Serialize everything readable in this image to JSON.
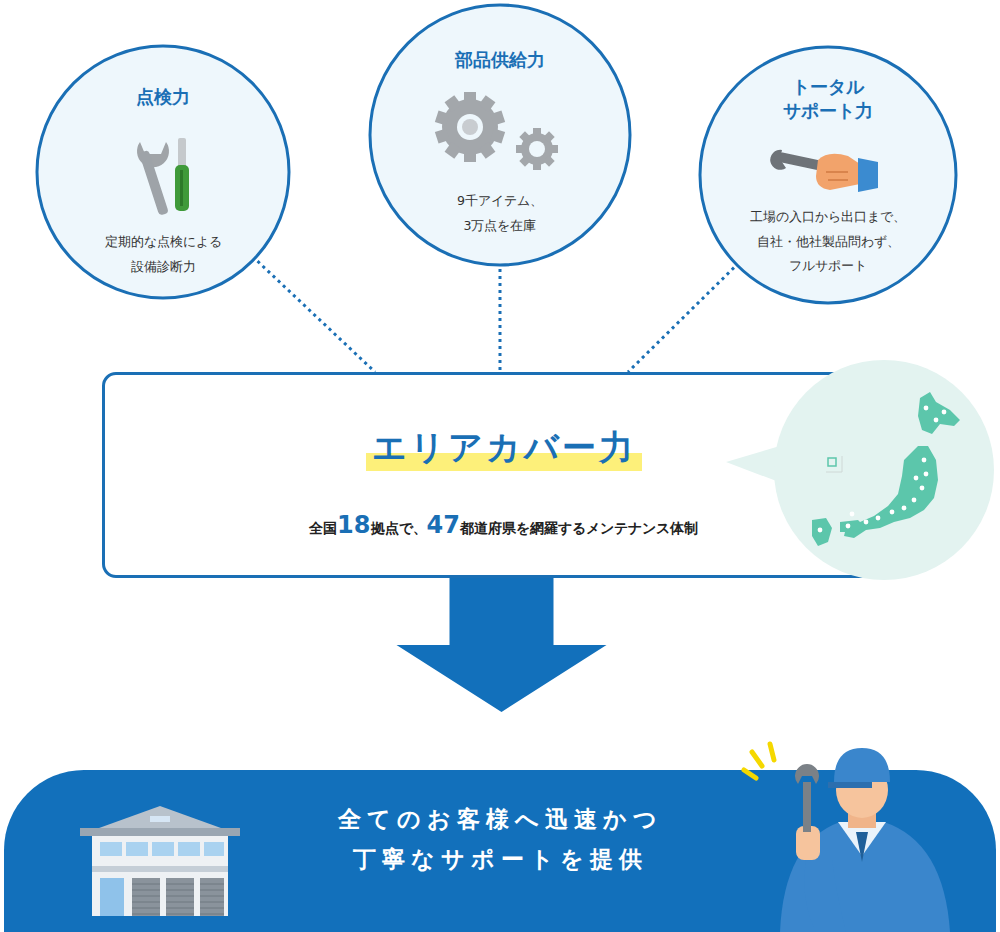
{
  "diagram": {
    "nodes": [
      {
        "text": [
          "点検力",
          "定期的な点検による 設備診断力"
        ]
      },
      {
        "text": [
          "部品供給力",
          "9千アイテム、 3万点を在庫"
        ]
      },
      {
        "text": [
          "トータル サポート力",
          "工場の入口から出口まで、 自社・他社製品問わず、 フルサポート"
        ]
      },
      {
        "text": [
          "エリアカバー力",
          "全国18拠点で、47都道府県を網羅するメンテナンス体制"
        ]
      },
      {
        "text": [
          "全てのお客様へ迅速かつ 丁寧なサポートを提供"
        ]
      }
    ],
    "edges": [
      {
        "from": 0,
        "to": 3,
        "arrow": "none"
      },
      {
        "from": 1,
        "to": 3,
        "arrow": "none"
      },
      {
        "from": 2,
        "to": 3,
        "arrow": "none"
      },
      {
        "from": 3,
        "to": 4,
        "arrow": "to"
      }
    ]
  }
}
